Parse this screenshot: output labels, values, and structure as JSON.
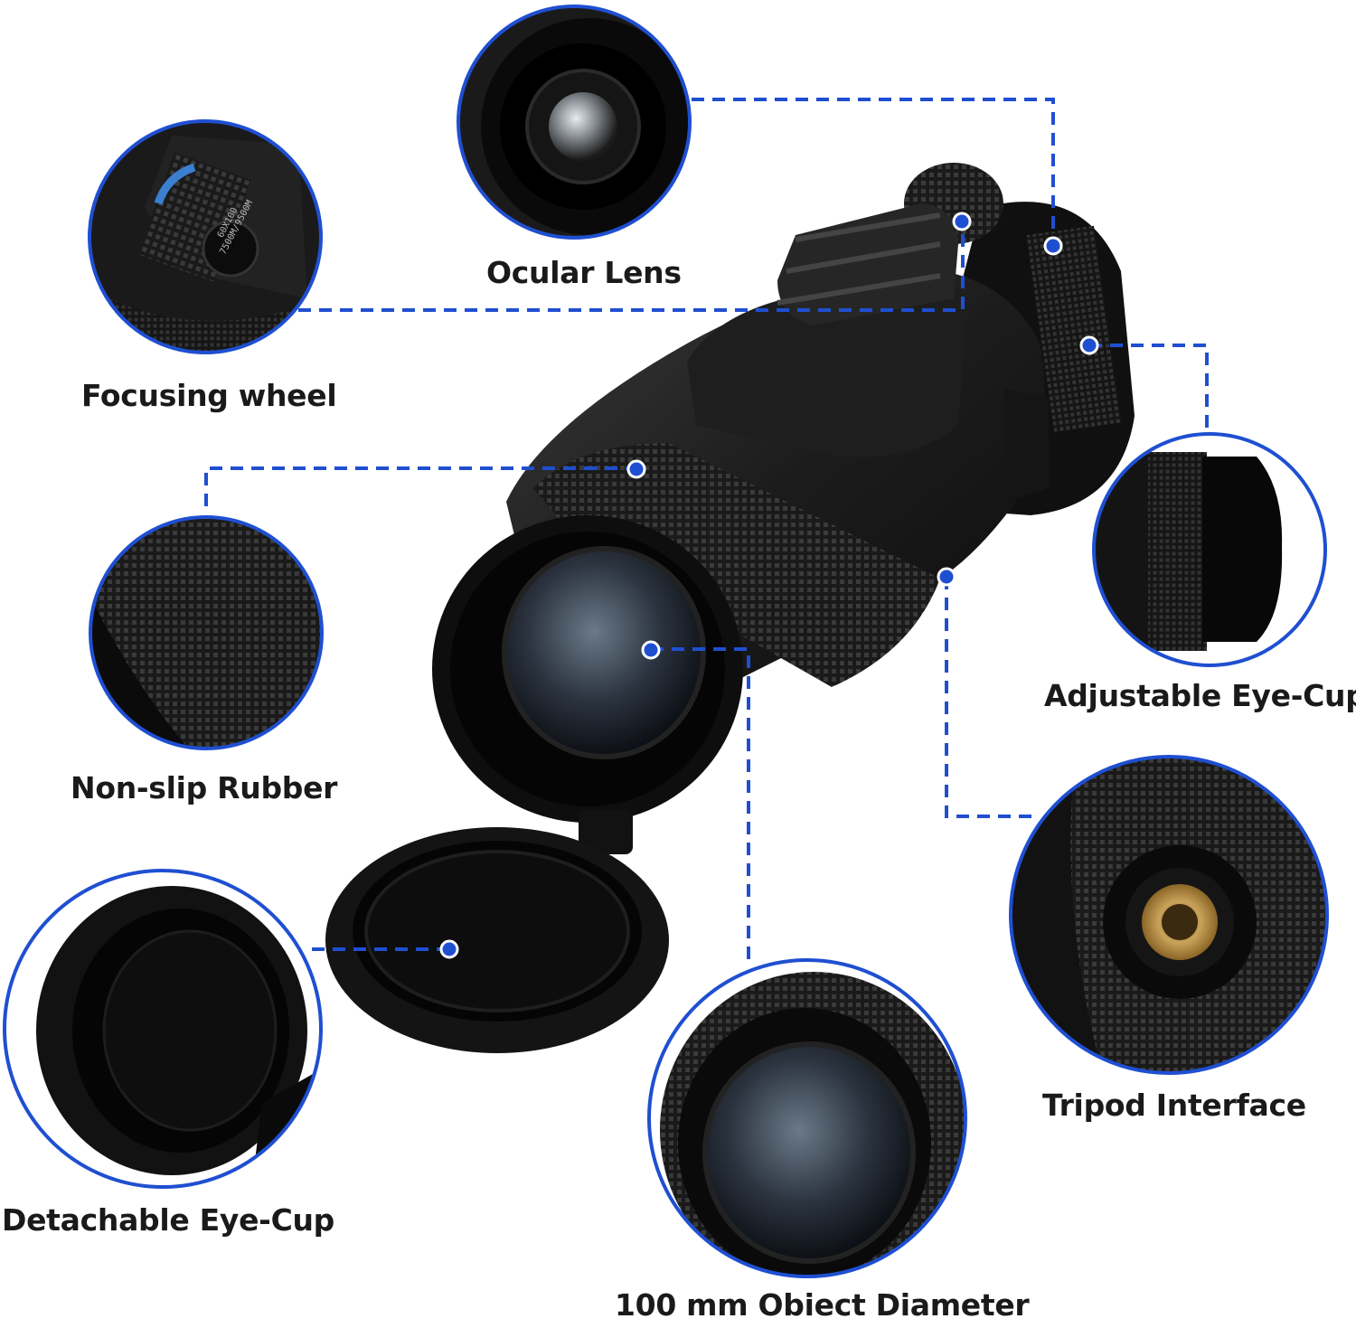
{
  "accent_color": "#1f4fd1",
  "labels": {
    "ocular_lens": "Ocular Lens",
    "focusing_wheel": "Focusing wheel",
    "non_slip_rubber": "Non-slip Rubber",
    "adjustable_eye_cup": "Adjustable Eye-Cup",
    "tripod_interface": "Tripod Interface",
    "detachable_eye_cup": "Detachable Eye-Cup",
    "object_diameter": "100 mm Obiect Diameter"
  },
  "focus_knob_text": "60X100 7500M/9500M",
  "icons": {
    "callout_dot": "blue-dot-icon",
    "connector": "dashed-line"
  }
}
